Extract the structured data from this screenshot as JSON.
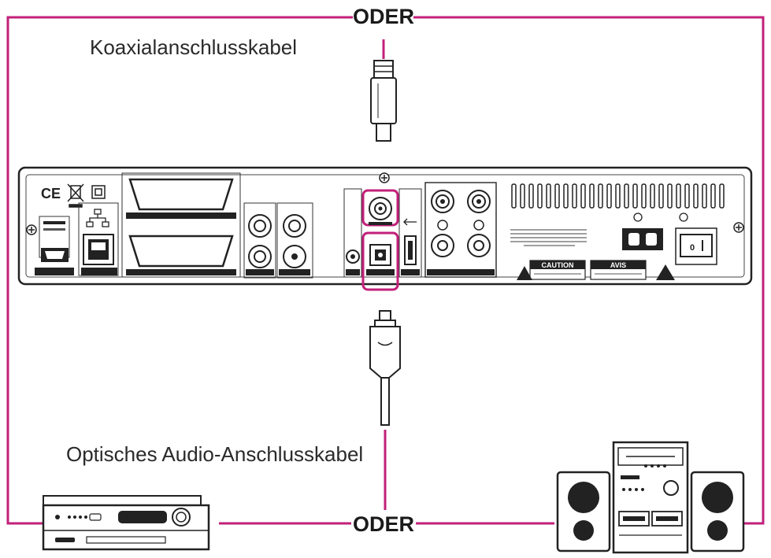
{
  "labels": {
    "top_oder": "ODER",
    "bottom_oder": "ODER",
    "coax_cable": "Koaxialanschlusskabel",
    "optical_cable": "Optisches Audio-Anschlusskabel",
    "caution": "CAUTION",
    "avis": "AVIS"
  },
  "colors": {
    "accent": "#c2207a",
    "outline": "#222222"
  },
  "icons": {
    "ce": "ce-mark-icon",
    "weee": "weee-bin-icon",
    "class2": "double-square-icon",
    "network": "network-icon",
    "warning": "warning-triangle-icon"
  }
}
